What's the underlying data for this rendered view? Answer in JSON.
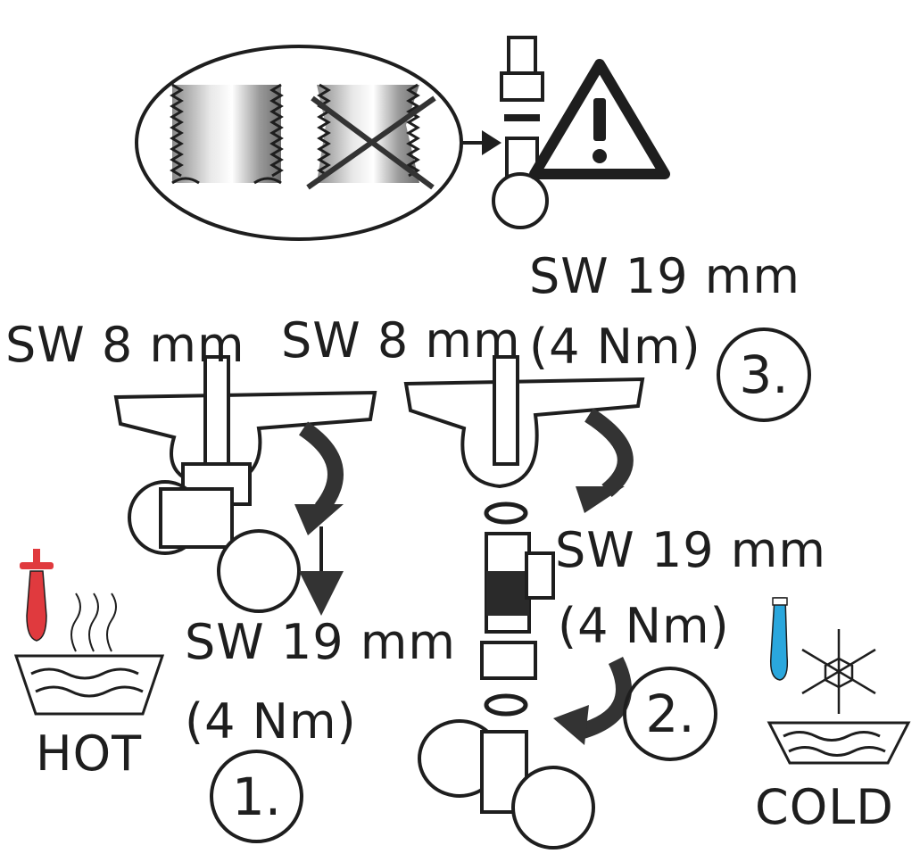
{
  "labels": {
    "sw8_left": "SW 8 mm",
    "sw8_right": "SW 8 mm",
    "sw19_top": "SW 19 mm",
    "nm_top": "(4 Nm)",
    "sw19_mid": "SW 19 mm",
    "nm_mid": "(4 Nm)",
    "sw19_bottom": "SW 19 mm",
    "nm_bottom": "(4 Nm)",
    "hot": "HOT",
    "cold": "COLD"
  },
  "steps": {
    "step1": "1.",
    "step2": "2.",
    "step3": "3."
  },
  "icons": {
    "warning": "warning-triangle-icon",
    "hot": "thermometer-hot-icon",
    "cold": "thermometer-cold-icon",
    "snowflake": "snowflake-icon"
  },
  "colors": {
    "hot": "#e03a3e",
    "cold": "#2aa7dd",
    "line": "#1e1e1e"
  }
}
